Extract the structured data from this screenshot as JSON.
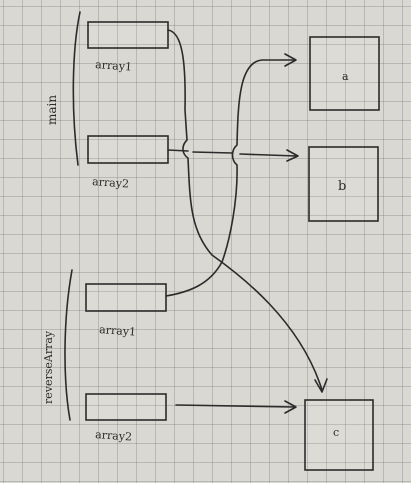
{
  "scopes": [
    {
      "id": "main",
      "label": "main"
    },
    {
      "id": "reverse",
      "label": "reverseArray"
    }
  ],
  "variables": [
    {
      "id": "main-array1",
      "label": "array1"
    },
    {
      "id": "main-array2",
      "label": "array2"
    },
    {
      "id": "rev-array1",
      "label": "array1"
    },
    {
      "id": "rev-array2",
      "label": "array2"
    }
  ],
  "heap_objects": [
    {
      "id": "a",
      "label": "a"
    },
    {
      "id": "b",
      "label": "b"
    },
    {
      "id": "c",
      "label": "c"
    }
  ]
}
